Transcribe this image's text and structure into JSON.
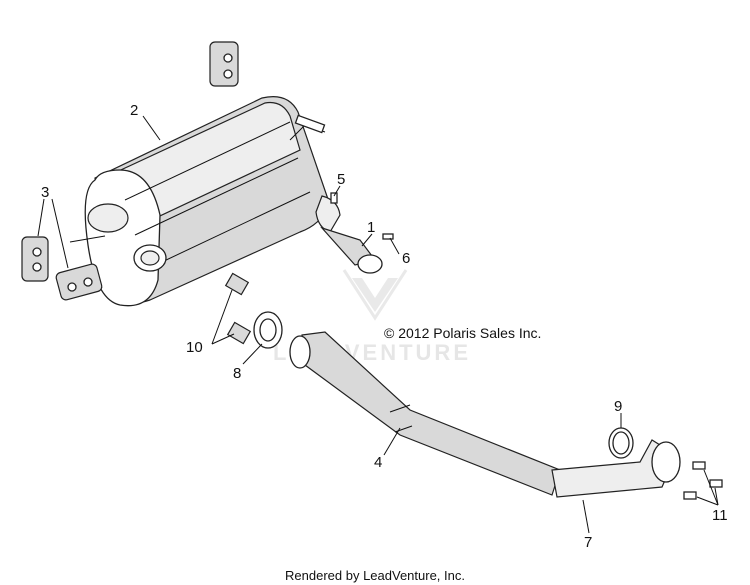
{
  "diagram": {
    "callouts": {
      "c1": "1",
      "c2": "2",
      "c3": "3",
      "c4": "4",
      "c5": "5",
      "c6": "6",
      "c7": "7",
      "c8": "8",
      "c9": "9",
      "c10": "10",
      "c11": "11"
    },
    "copyright": "© 2012 Polaris Sales Inc.",
    "watermark": "LEADVENTURE",
    "footer": "Rendered by LeadVenture, Inc."
  }
}
